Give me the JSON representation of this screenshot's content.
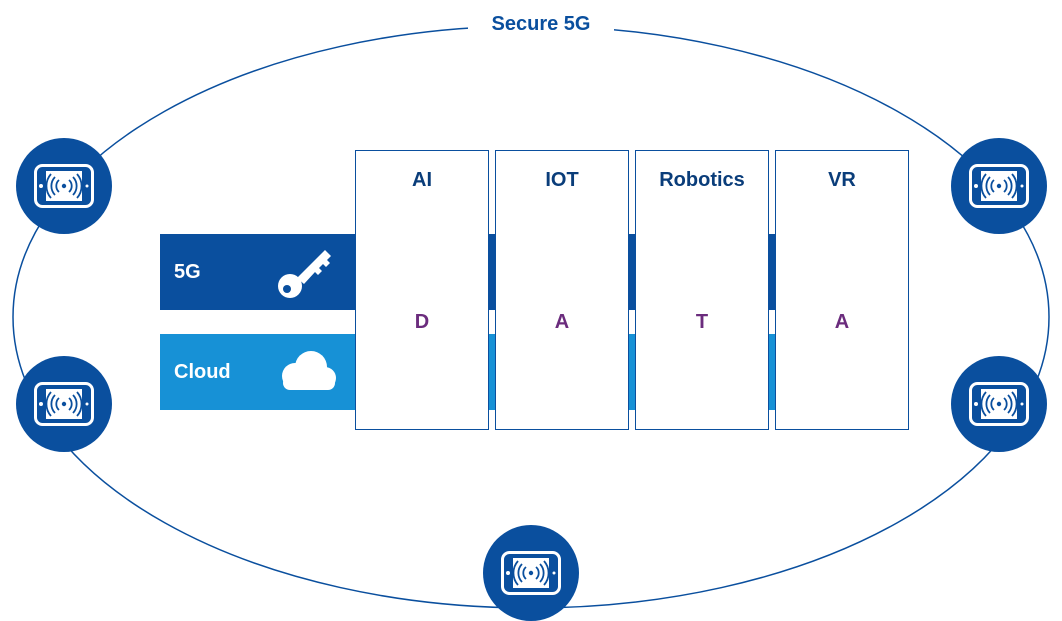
{
  "title": "Secure 5G",
  "bands": [
    {
      "label": "5G",
      "icon": "key-icon"
    },
    {
      "label": "Cloud",
      "icon": "cloud-icon"
    }
  ],
  "columns": [
    {
      "name": "AI",
      "letter": "D"
    },
    {
      "name": "IOT",
      "letter": "A"
    },
    {
      "name": "Robotics",
      "letter": "T"
    },
    {
      "name": "VR",
      "letter": "A"
    }
  ],
  "devices": {
    "count": 5,
    "icon": "tablet-wireless-icon"
  },
  "colors": {
    "dark_blue": "#0a4f9e",
    "light_blue": "#1791d6",
    "column_text": "#0a3d7a",
    "letter_text": "#6b2c7d"
  }
}
